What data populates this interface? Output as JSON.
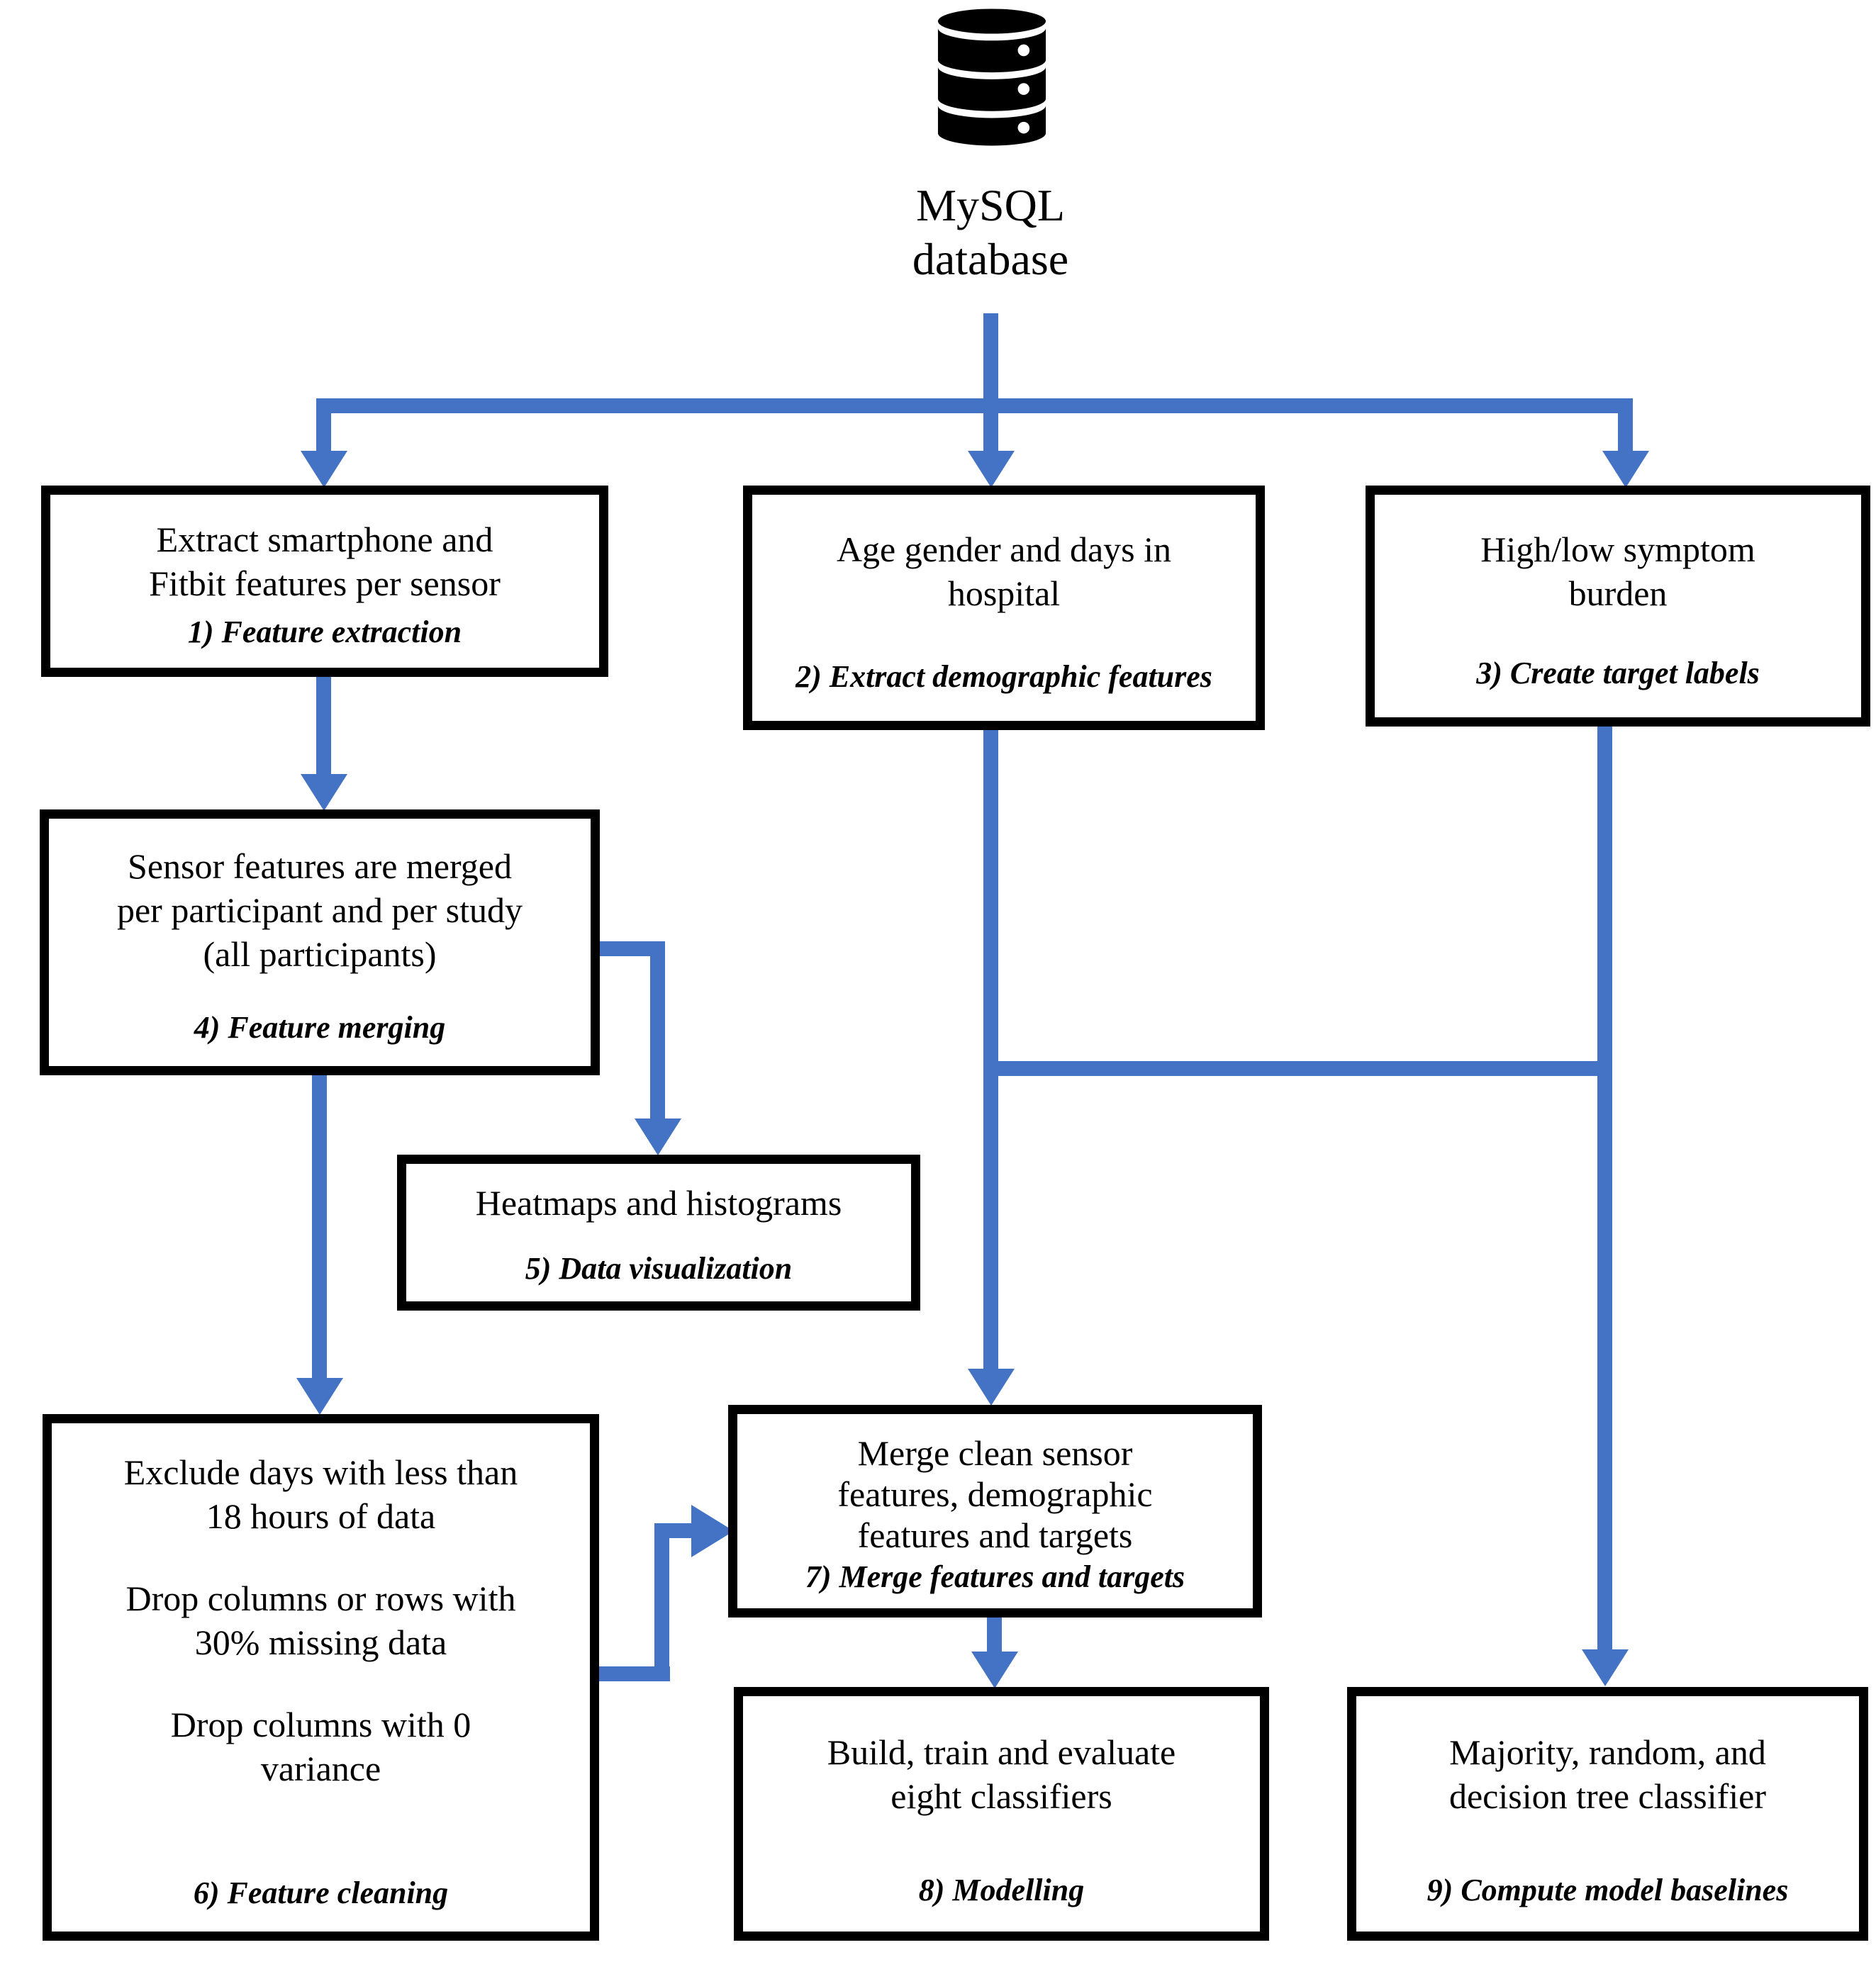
{
  "colors": {
    "accent_blue": "#4472C4",
    "box_border": "#000000",
    "box_background": "#ffffff",
    "page_background": "#ffffff",
    "text": "#000000"
  },
  "database": {
    "icon": "database-cylinder-icon",
    "label_lines": [
      "MySQL",
      "database"
    ]
  },
  "nodes": {
    "feature_extraction": {
      "lines": [
        "Extract smartphone and",
        "Fitbit features per sensor"
      ],
      "step": "1) Feature extraction"
    },
    "demographic_features": {
      "lines": [
        "Age gender and days in",
        "hospital"
      ],
      "step": "2) Extract demographic features"
    },
    "target_labels": {
      "lines": [
        "High/low symptom",
        "burden"
      ],
      "step": "3) Create target labels"
    },
    "feature_merging": {
      "lines": [
        "Sensor features are merged",
        "per participant and per study",
        "(all participants)"
      ],
      "step": "4) Feature merging"
    },
    "data_visualization": {
      "lines": [
        "Heatmaps and histograms"
      ],
      "step": "5) Data visualization"
    },
    "feature_cleaning": {
      "paragraphs": [
        [
          "Exclude days with less than",
          "18 hours of data"
        ],
        [
          "Drop columns or rows with",
          "30% missing data"
        ],
        [
          "Drop columns with 0",
          "variance"
        ]
      ],
      "step": "6) Feature cleaning"
    },
    "merge_features_targets": {
      "lines": [
        "Merge clean sensor",
        "features, demographic",
        "features and targets"
      ],
      "step": "7) Merge features and targets"
    },
    "modelling": {
      "lines": [
        "Build, train and evaluate",
        "eight classifiers"
      ],
      "step": "8) Modelling"
    },
    "model_baselines": {
      "lines": [
        "Majority, random, and",
        "decision tree classifier"
      ],
      "step": "9) Compute model baselines"
    }
  }
}
